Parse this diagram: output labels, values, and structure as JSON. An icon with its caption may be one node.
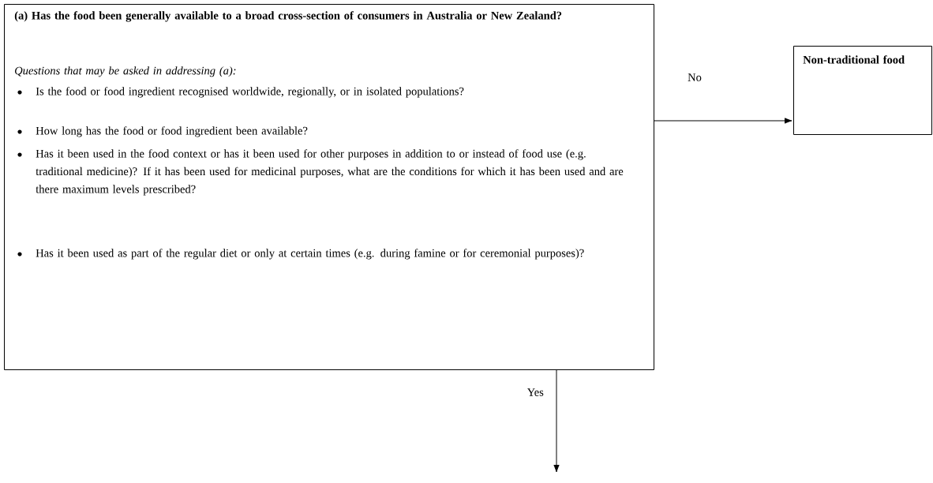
{
  "diagram": {
    "nodes": [
      {
        "text": [
          "(a) Has the food been generally available to a broad cross-section of consumers in Australia or New Zealand?",
          "Questions that may be asked in addressing (a):",
          "Is the food or food ingredient recognised worldwide, regionally, or in isolated populations?",
          "How long has the food or food ingredient been available?",
          "Has it been used in the food context or has it been used for other purposes in addition to or instead of food use (e.g. traditional medicine)?  If it has been used for medicinal purposes, what are the conditions for which it has been used and are there maximum levels prescribed?",
          "Has it been used as part of the regular diet or only at certain times (e.g. during famine or for ceremonial purposes)?"
        ]
      },
      {
        "text": [
          "Non-traditional food"
        ]
      }
    ],
    "edges": [
      {
        "from": 0,
        "to": 1,
        "arrow": "to",
        "label": "No"
      },
      {
        "from": 0,
        "to": null,
        "arrow": "to",
        "label": "Yes"
      }
    ]
  }
}
